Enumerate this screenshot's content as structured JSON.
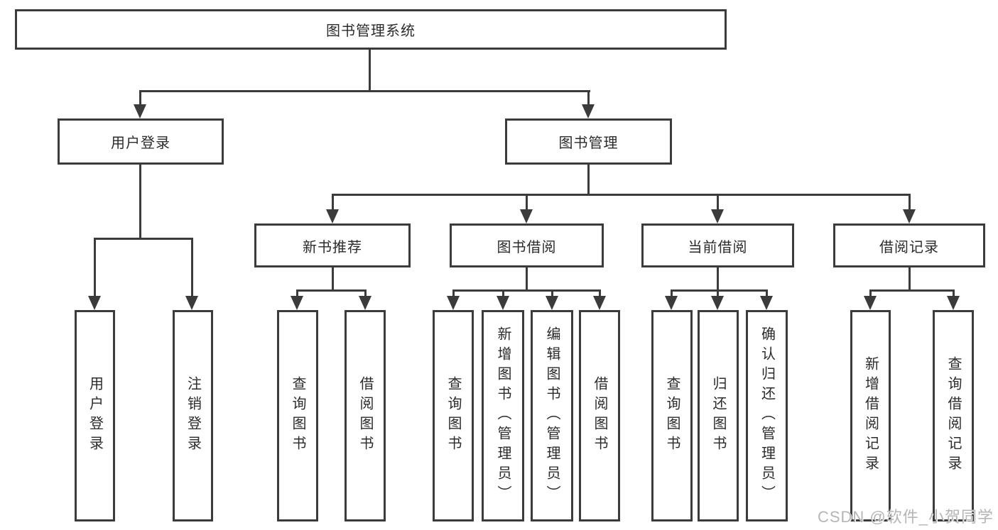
{
  "diagram": {
    "title": "图书管理系统",
    "nodes": {
      "user_login": {
        "label": "用户登录",
        "children": [
          "用户登录",
          "注销登录"
        ]
      },
      "book_management": {
        "label": "图书管理",
        "sections": [
          {
            "label": "新书推荐",
            "children": [
              "查询图书",
              "借阅图书"
            ]
          },
          {
            "label": "图书借阅",
            "children": [
              "查询图书",
              "新增图书（管理员）",
              "编辑图书（管理员）",
              "借阅图书"
            ]
          },
          {
            "label": "当前借阅",
            "children": [
              "查询图书",
              "归还图书",
              "确认归还（管理员）"
            ]
          },
          {
            "label": "借阅记录",
            "children": [
              "新增借阅记录",
              "查询借阅记录"
            ]
          }
        ]
      }
    },
    "line_color": "#3b3b3b",
    "watermark": "CSDN @软件_小贺同学"
  }
}
